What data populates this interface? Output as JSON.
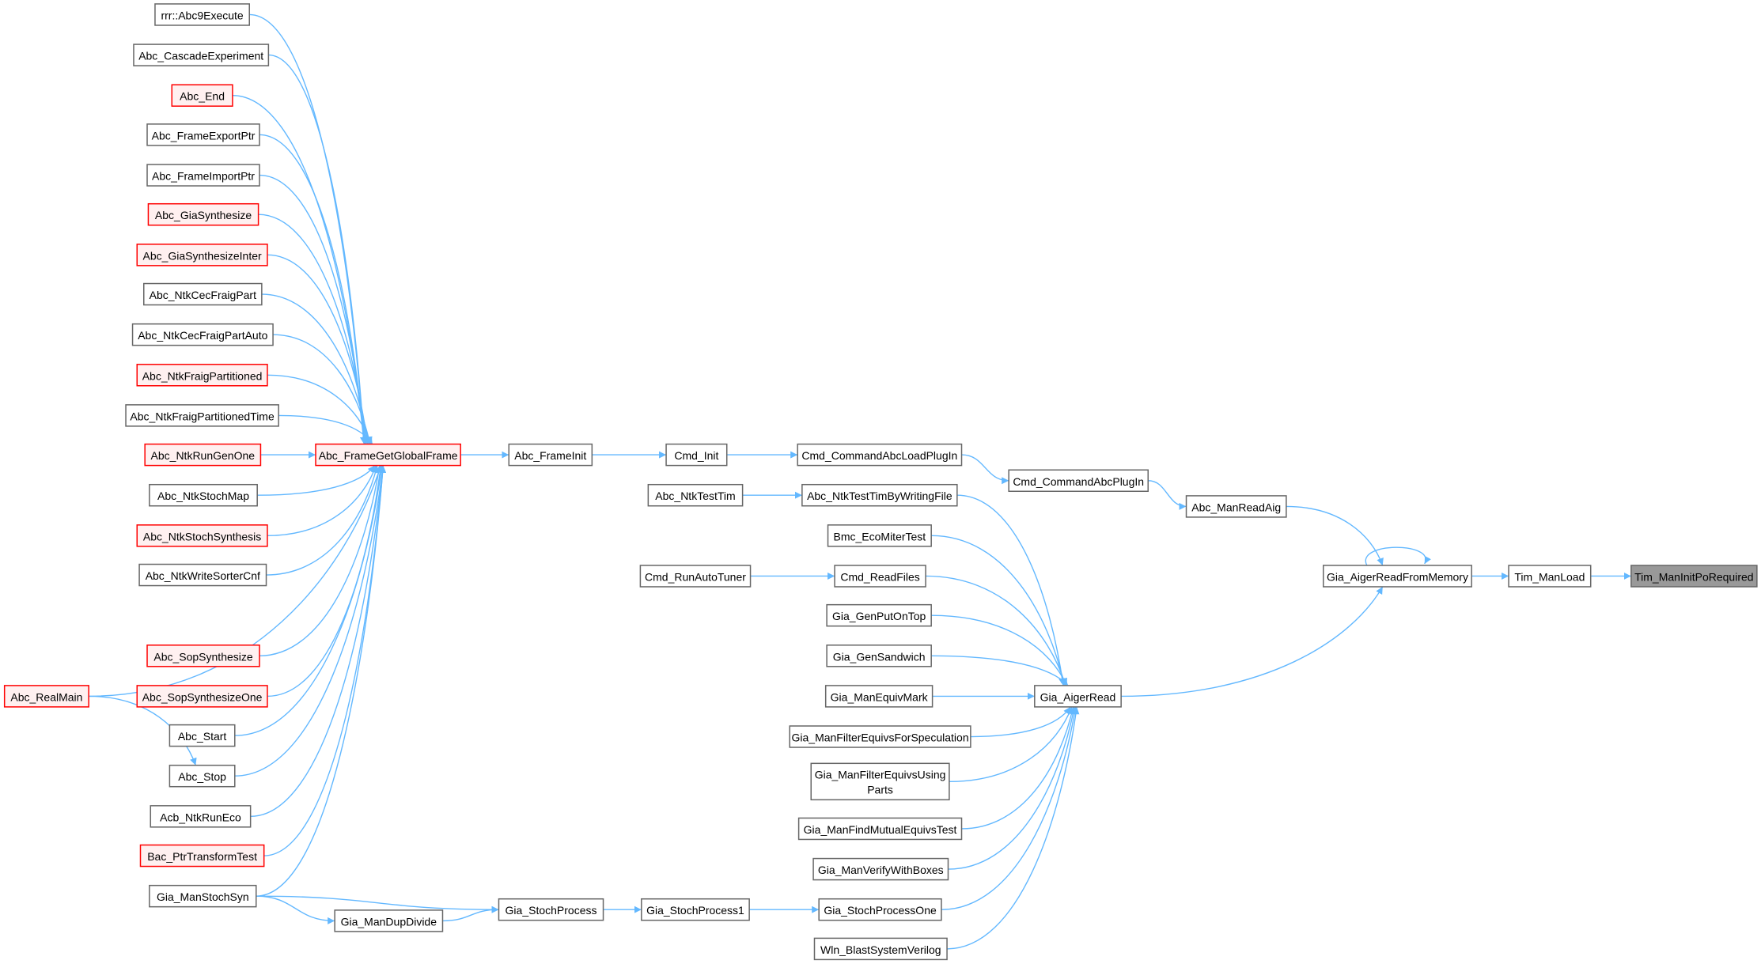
{
  "graph": {
    "colors": {
      "edge": "#63b8ff",
      "node_border": "#666666",
      "red_border": "#ff0000",
      "red_fill": "#fff0f0",
      "current_fill": "#999999"
    },
    "nodes": [
      {
        "id": "n0",
        "label": "rrr::Abc9Execute",
        "style": "normal"
      },
      {
        "id": "n1",
        "label": "Abc_CascadeExperiment",
        "style": "normal"
      },
      {
        "id": "n2",
        "label": "Abc_End",
        "style": "red"
      },
      {
        "id": "n3",
        "label": "Abc_FrameExportPtr",
        "style": "normal"
      },
      {
        "id": "n4",
        "label": "Abc_FrameImportPtr",
        "style": "normal"
      },
      {
        "id": "n5",
        "label": "Abc_GiaSynthesize",
        "style": "red"
      },
      {
        "id": "n6",
        "label": "Abc_GiaSynthesizeInter",
        "style": "red"
      },
      {
        "id": "n7",
        "label": "Abc_NtkCecFraigPart",
        "style": "normal"
      },
      {
        "id": "n8",
        "label": "Abc_NtkCecFraigPartAuto",
        "style": "normal"
      },
      {
        "id": "n9",
        "label": "Abc_NtkFraigPartitioned",
        "style": "red"
      },
      {
        "id": "n10",
        "label": "Abc_NtkFraigPartitionedTime",
        "style": "normal"
      },
      {
        "id": "n11",
        "label": "Abc_NtkRunGenOne",
        "style": "red"
      },
      {
        "id": "n12",
        "label": "Abc_NtkStochMap",
        "style": "normal"
      },
      {
        "id": "n13",
        "label": "Abc_NtkStochSynthesis",
        "style": "red"
      },
      {
        "id": "n14",
        "label": "Abc_NtkWriteSorterCnf",
        "style": "normal"
      },
      {
        "id": "n15",
        "label": "Abc_SopSynthesize",
        "style": "red"
      },
      {
        "id": "n16",
        "label": "Abc_SopSynthesizeOne",
        "style": "red"
      },
      {
        "id": "n17",
        "label": "Abc_Start",
        "style": "normal"
      },
      {
        "id": "n18",
        "label": "Abc_Stop",
        "style": "normal"
      },
      {
        "id": "n19",
        "label": "Acb_NtkRunEco",
        "style": "normal"
      },
      {
        "id": "n20",
        "label": "Bac_PtrTransformTest",
        "style": "red"
      },
      {
        "id": "n21",
        "label": "Gia_ManStochSyn",
        "style": "normal"
      },
      {
        "id": "n22",
        "label": "Abc_RealMain",
        "style": "red"
      },
      {
        "id": "n23",
        "label": "Gia_ManDupDivide",
        "style": "normal"
      },
      {
        "id": "n24",
        "label": "Abc_FrameGetGlobalFrame",
        "style": "red"
      },
      {
        "id": "n25",
        "label": "Abc_FrameInit",
        "style": "normal"
      },
      {
        "id": "n26",
        "label": "Cmd_Init",
        "style": "normal"
      },
      {
        "id": "n27",
        "label": "Cmd_CommandAbcLoadPlugIn",
        "style": "normal"
      },
      {
        "id": "n28",
        "label": "Abc_NtkTestTim",
        "style": "normal"
      },
      {
        "id": "n29",
        "label": "Abc_NtkTestTimByWritingFile",
        "style": "normal"
      },
      {
        "id": "n30",
        "label": "Cmd_CommandAbcPlugIn",
        "style": "normal"
      },
      {
        "id": "n31",
        "label": "Abc_ManReadAig",
        "style": "normal"
      },
      {
        "id": "n32",
        "label": "Bmc_EcoMiterTest",
        "style": "normal"
      },
      {
        "id": "n33",
        "label": "Cmd_RunAutoTuner",
        "style": "normal"
      },
      {
        "id": "n34",
        "label": "Cmd_ReadFiles",
        "style": "normal"
      },
      {
        "id": "n35",
        "label": "Gia_GenPutOnTop",
        "style": "normal"
      },
      {
        "id": "n36",
        "label": "Gia_GenSandwich",
        "style": "normal"
      },
      {
        "id": "n37",
        "label": "Gia_ManEquivMark",
        "style": "normal"
      },
      {
        "id": "n38",
        "label": "Gia_ManFilterEquivsForSpeculation",
        "style": "normal"
      },
      {
        "id": "n39",
        "label": "Gia_ManFilterEquivsUsing",
        "label2": "Parts",
        "style": "normal"
      },
      {
        "id": "n40",
        "label": "Gia_ManFindMutualEquivsTest",
        "style": "normal"
      },
      {
        "id": "n41",
        "label": "Gia_ManVerifyWithBoxes",
        "style": "normal"
      },
      {
        "id": "n42",
        "label": "Gia_StochProcessOne",
        "style": "normal"
      },
      {
        "id": "n43",
        "label": "Wln_BlastSystemVerilog",
        "style": "normal"
      },
      {
        "id": "n44",
        "label": "Gia_StochProcess1",
        "style": "normal"
      },
      {
        "id": "n45",
        "label": "Gia_StochProcess",
        "style": "normal"
      },
      {
        "id": "n46",
        "label": "Gia_AigerRead",
        "style": "normal"
      },
      {
        "id": "n47",
        "label": "Gia_AigerReadFromMemory",
        "style": "normal"
      },
      {
        "id": "n48",
        "label": "Tim_ManLoad",
        "style": "normal"
      },
      {
        "id": "n49",
        "label": "Tim_ManInitPoRequired",
        "style": "current"
      }
    ],
    "edges": [
      [
        "n0",
        "n24"
      ],
      [
        "n1",
        "n24"
      ],
      [
        "n2",
        "n24"
      ],
      [
        "n3",
        "n24"
      ],
      [
        "n4",
        "n24"
      ],
      [
        "n5",
        "n24"
      ],
      [
        "n6",
        "n24"
      ],
      [
        "n7",
        "n24"
      ],
      [
        "n8",
        "n24"
      ],
      [
        "n9",
        "n24"
      ],
      [
        "n10",
        "n24"
      ],
      [
        "n11",
        "n24"
      ],
      [
        "n12",
        "n24"
      ],
      [
        "n13",
        "n24"
      ],
      [
        "n14",
        "n24"
      ],
      [
        "n15",
        "n24"
      ],
      [
        "n16",
        "n24"
      ],
      [
        "n17",
        "n24"
      ],
      [
        "n18",
        "n24"
      ],
      [
        "n19",
        "n24"
      ],
      [
        "n20",
        "n24"
      ],
      [
        "n21",
        "n24"
      ],
      [
        "n22",
        "n24"
      ],
      [
        "n22",
        "n18"
      ],
      [
        "n21",
        "n45"
      ],
      [
        "n21",
        "n23"
      ],
      [
        "n23",
        "n45"
      ],
      [
        "n45",
        "n44"
      ],
      [
        "n44",
        "n42"
      ],
      [
        "n24",
        "n25"
      ],
      [
        "n25",
        "n26"
      ],
      [
        "n26",
        "n27"
      ],
      [
        "n27",
        "n30"
      ],
      [
        "n30",
        "n31"
      ],
      [
        "n31",
        "n47"
      ],
      [
        "n28",
        "n29"
      ],
      [
        "n33",
        "n34"
      ],
      [
        "n29",
        "n46"
      ],
      [
        "n32",
        "n46"
      ],
      [
        "n34",
        "n46"
      ],
      [
        "n35",
        "n46"
      ],
      [
        "n36",
        "n46"
      ],
      [
        "n37",
        "n46"
      ],
      [
        "n38",
        "n46"
      ],
      [
        "n39",
        "n46"
      ],
      [
        "n40",
        "n46"
      ],
      [
        "n41",
        "n46"
      ],
      [
        "n42",
        "n46"
      ],
      [
        "n43",
        "n46"
      ],
      [
        "n46",
        "n47"
      ],
      [
        "n47",
        "n47"
      ],
      [
        "n47",
        "n48"
      ],
      [
        "n48",
        "n49"
      ]
    ]
  }
}
